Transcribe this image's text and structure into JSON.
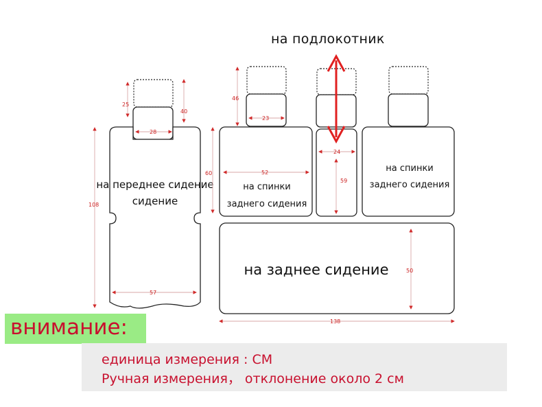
{
  "title": "на подлокотник",
  "pieces": {
    "front_seat": "на переднее сидение",
    "back_left": [
      "на спинки",
      "заднего сидения"
    ],
    "back_right": [
      "на спинки",
      "заднего сидения"
    ],
    "rear_seat": "на заднее сидение"
  },
  "dimensions": {
    "front_headrest_height": "25",
    "front_headrest_total": "40",
    "front_headrest_width": "28",
    "front_height": "108",
    "front_seat_height": "60",
    "front_width": "57",
    "rear_headrest_height": "46",
    "rear_headrest_width": "23",
    "back_width": "52",
    "armrest_width": "24",
    "armrest_height": "59",
    "rear_seat_height": "50",
    "rear_seat_width": "138"
  },
  "notice": {
    "heading": "внимание:",
    "line1": "единица измерения : CM",
    "line2": "Ручная измерения， отклонение около 2 см"
  },
  "colors": {
    "attention_bg": "#9aeb85",
    "attention_text": "#c8102e",
    "note_bg": "#ececec",
    "arrow": "#e02020",
    "dimension": "#d12b2b"
  }
}
